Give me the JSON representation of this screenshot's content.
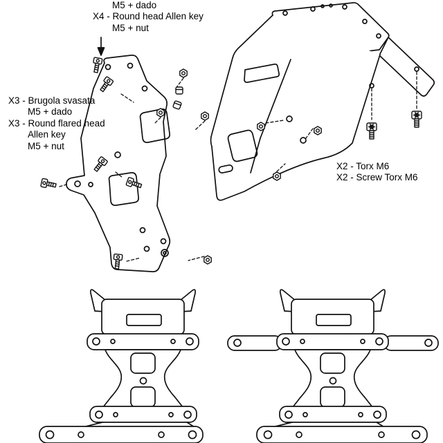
{
  "colors": {
    "background": "#ffffff",
    "line": "#111111"
  },
  "labels": {
    "allen_round_head": {
      "lines": [
        "M5 + dado",
        "X4 - Round head Allen key",
        "M5 + nut"
      ]
    },
    "allen_flared": {
      "lines": [
        "X3 - Brugola svasata",
        "M5 + dado",
        "X3 - Round flared head",
        "Allen key",
        "M5 + nut"
      ]
    },
    "torx": {
      "lines": [
        "X2 - Torx M6",
        "X2 - Screw Torx M6"
      ]
    }
  }
}
